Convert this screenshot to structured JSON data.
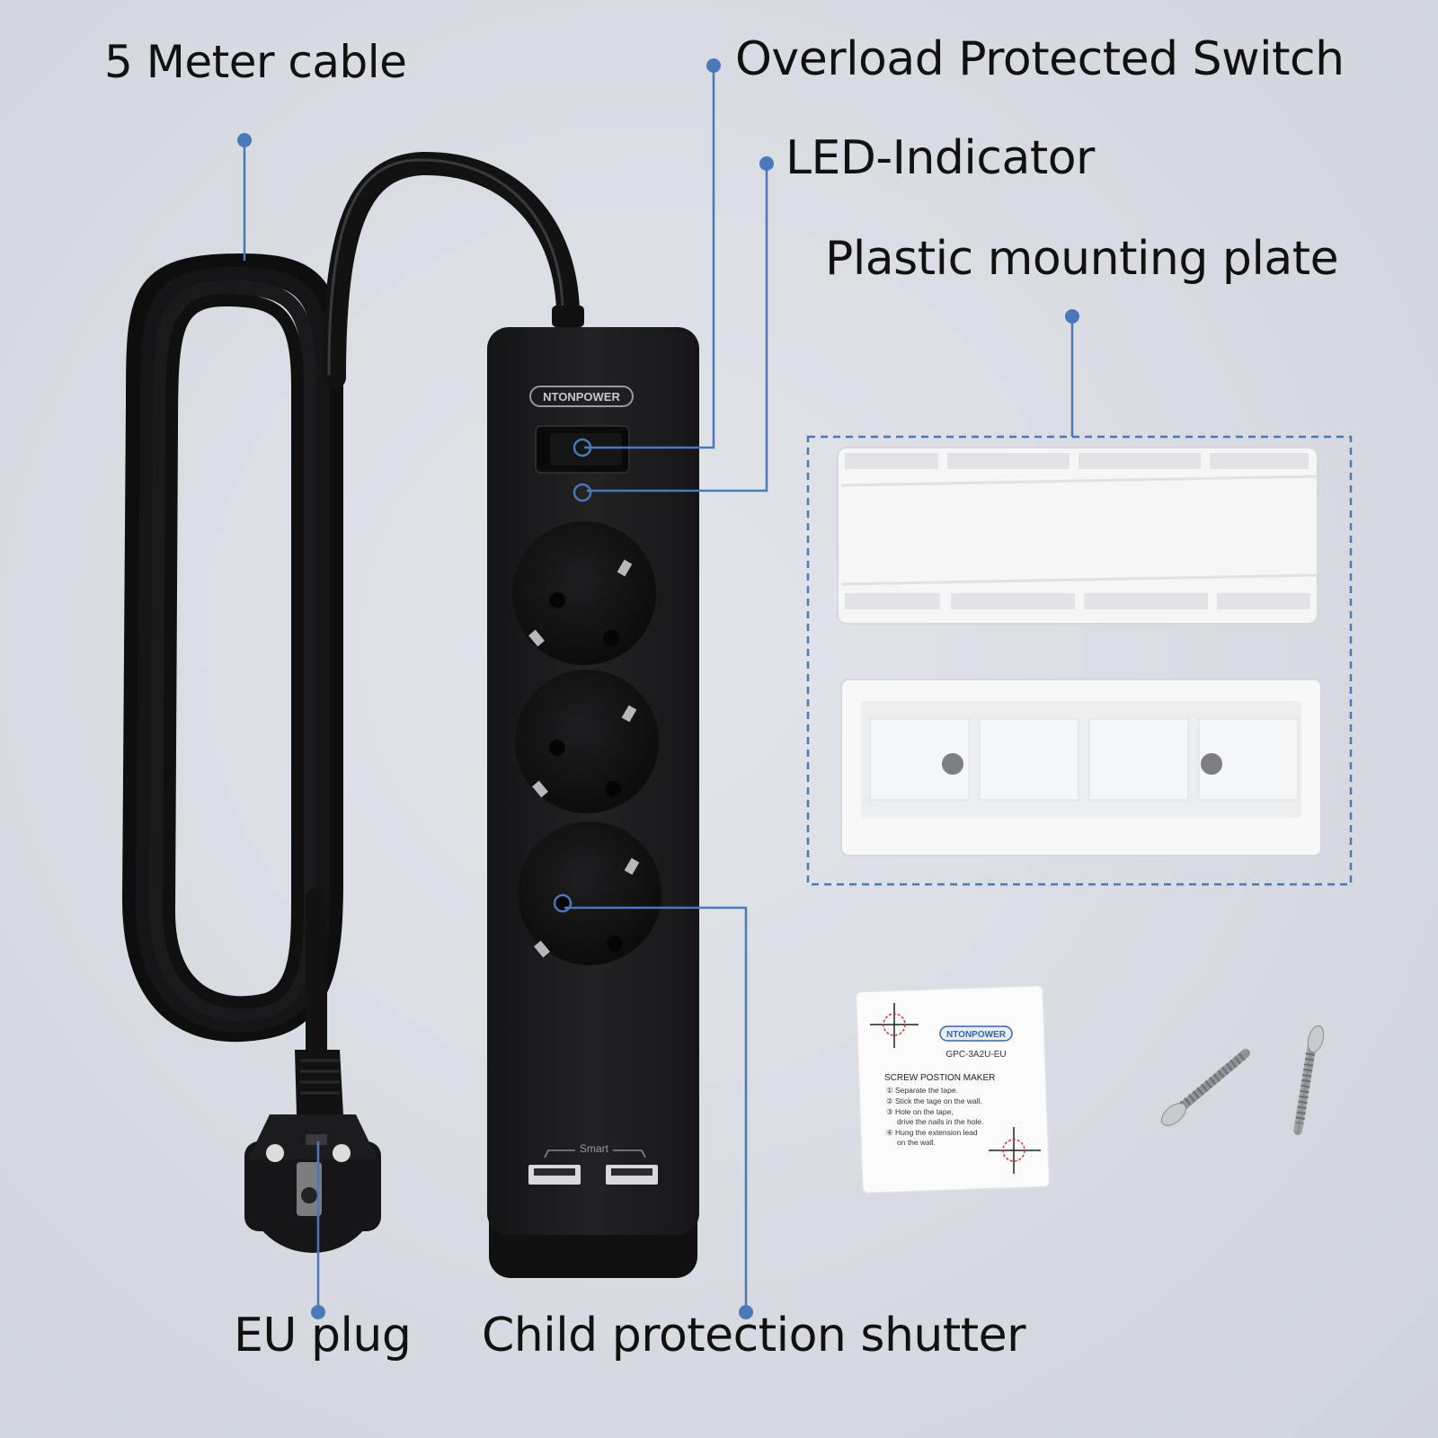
{
  "labels": {
    "cable": "5 Meter cable",
    "switch": "Overload Protected Switch",
    "led": "LED-Indicator",
    "plate": "Plastic mounting plate",
    "plug": "EU plug",
    "shutter": "Child protection shutter"
  },
  "product": {
    "brand": "NTONPOWER",
    "usb_label": "Smart"
  },
  "sticker": {
    "brand": "NTONPOWER",
    "model": "GPC-3A2U-EU",
    "title": "SCREW POSTION MAKER",
    "steps": [
      "① Separate the tape.",
      "② Stick the tage on the wall.",
      "③ Hole on the tape,",
      "drive the nails in the hole.",
      "④ Hung the extension lead",
      "on the wall."
    ]
  },
  "colors": {
    "callout_blue": "#4a78b8",
    "strip_black": "#1b1b1d",
    "background": "#dcdfe4"
  }
}
